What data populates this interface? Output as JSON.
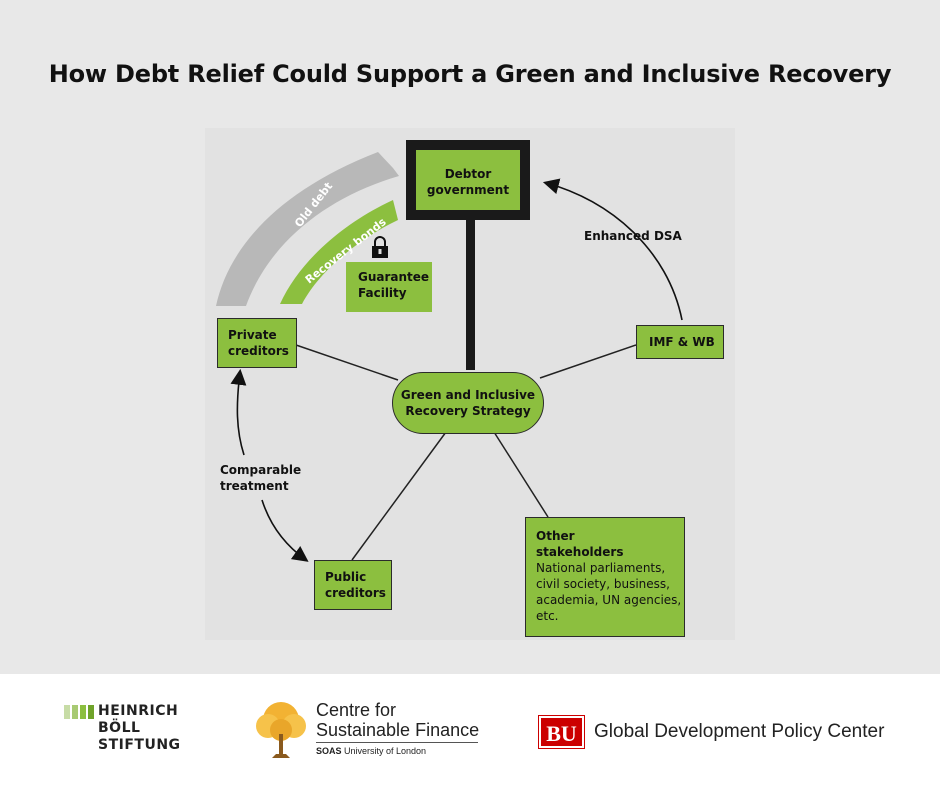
{
  "title": "How Debt Relief Could Support a Green and Inclusive Recovery",
  "nodes": {
    "debtor": [
      "Debtor",
      "government"
    ],
    "strategy": [
      "Green and Inclusive",
      "Recovery Strategy"
    ],
    "private": [
      "Private",
      "creditors"
    ],
    "imf": [
      "IMF & WB"
    ],
    "public": [
      "Public",
      "creditors"
    ],
    "guarantee": [
      "Guarantee",
      "Facility"
    ],
    "other_title": [
      "Other",
      "stakeholders"
    ],
    "other_desc": [
      "National parliaments,",
      "civil society, business,",
      "academia, UN agencies,",
      "etc."
    ]
  },
  "labels": {
    "enhanced_dsa": "Enhanced DSA",
    "comparable": [
      "Comparable",
      "treatment"
    ],
    "old_debt": "Old debt",
    "recovery_bonds": "Recovery bonds"
  },
  "footer": {
    "hb": [
      "HEINRICH",
      "BÖLL",
      "STIFTUNG"
    ],
    "csf": [
      "Centre for",
      "Sustainable Finance"
    ],
    "soas_bold": "SOAS",
    "soas_rest": " University of London",
    "bu_badge": "BU",
    "bu_name": "Global Development Policy Center"
  },
  "colors": {
    "green": "#8cbf3f",
    "arc_grey": "#b8b8b8",
    "bu_red": "#cc0000",
    "hb_green": "#8cbf3f"
  },
  "icons": {
    "lock": "padlock-icon",
    "tree": "tree-logo-icon"
  }
}
